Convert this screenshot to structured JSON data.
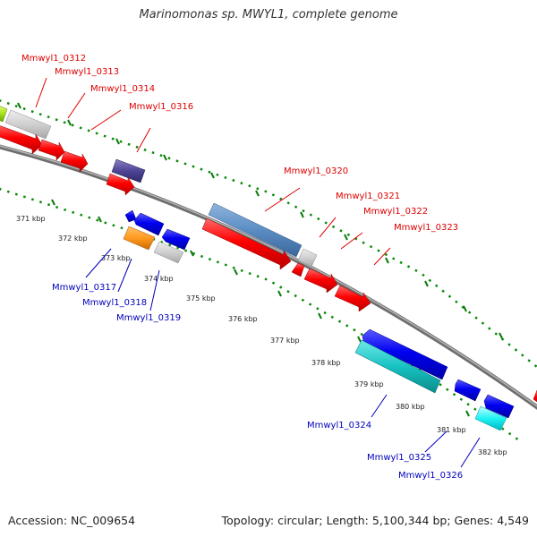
{
  "title": "Marinomonas sp. MWYL1, complete genome",
  "footer": {
    "accession": "Accession: NC_009654",
    "topology": "Topology: circular; Length: 5,100,344 bp; Genes: 4,549"
  },
  "colors": {
    "forward_label": "#dd0000",
    "reverse_label": "#0000bb",
    "backbone": "#888888",
    "tick": "#0a7a0a"
  },
  "kbp_ticks": [
    "371 kbp",
    "372 kbp",
    "373 kbp",
    "374 kbp",
    "375 kbp",
    "376 kbp",
    "377 kbp",
    "378 kbp",
    "379 kbp",
    "380 kbp",
    "381 kbp",
    "382 kbp"
  ],
  "forward_genes": [
    "Mmwyl1_0312",
    "Mmwyl1_0313",
    "Mmwyl1_0314",
    "Mmwyl1_0316",
    "Mmwyl1_0320",
    "Mmwyl1_0321",
    "Mmwyl1_0322",
    "Mmwyl1_0323"
  ],
  "reverse_genes": [
    "Mmwyl1_0317",
    "Mmwyl1_0318",
    "Mmwyl1_0319",
    "Mmwyl1_0324",
    "Mmwyl1_0325",
    "Mmwyl1_0326"
  ]
}
